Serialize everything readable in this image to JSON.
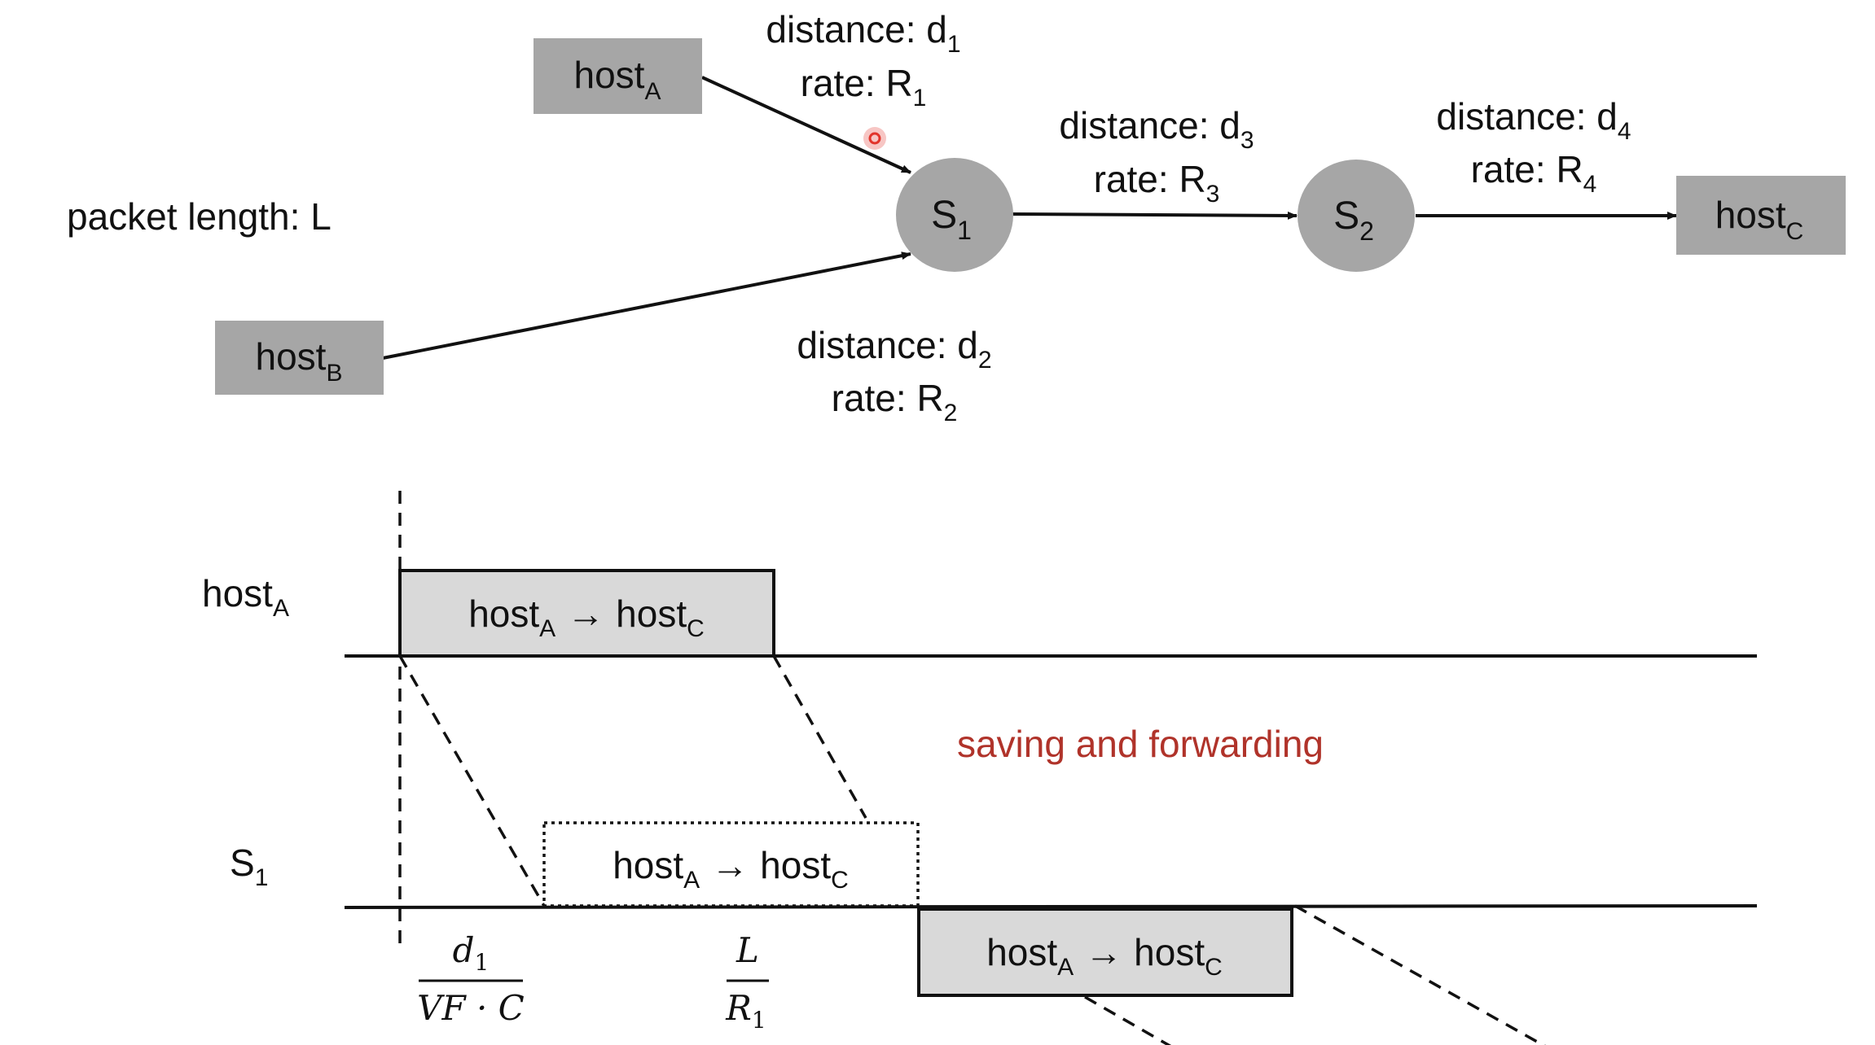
{
  "colors": {
    "node_fill": "#a6a6a6",
    "box_fill": "#d9d9d9",
    "line": "#111111",
    "annotation": "#b0332a",
    "cursor": "#e2342b"
  },
  "topology": {
    "host_a": {
      "base": "host",
      "sub": "A"
    },
    "host_b": {
      "base": "host",
      "sub": "B"
    },
    "host_c": {
      "base": "host",
      "sub": "C"
    },
    "switch_1": {
      "base": "S",
      "sub": "1"
    },
    "switch_2": {
      "base": "S",
      "sub": "2"
    },
    "packet_length": "packet length: L",
    "link_1": {
      "distance": "distance: d",
      "distance_sub": "1",
      "rate": "rate: R",
      "rate_sub": "1"
    },
    "link_2": {
      "distance": "distance: d",
      "distance_sub": "2",
      "rate": "rate: R",
      "rate_sub": "2"
    },
    "link_3": {
      "distance": "distance: d",
      "distance_sub": "3",
      "rate": "rate: R",
      "rate_sub": "3"
    },
    "link_4": {
      "distance": "distance: d",
      "distance_sub": "4",
      "rate": "rate: R",
      "rate_sub": "4"
    }
  },
  "timing": {
    "row_host_a": {
      "base": "host",
      "sub": "A"
    },
    "row_s1": {
      "base": "S",
      "sub": "1"
    },
    "packet": {
      "src": "host",
      "src_sub": "A",
      "arrow": "→",
      "dst": "host",
      "dst_sub": "C"
    },
    "annotation": "saving and forwarding",
    "prop_delay": {
      "num": "d",
      "num_sub": "1",
      "den": "VF · C"
    },
    "trans_delay": {
      "num": "L",
      "den": "R",
      "den_sub": "1"
    }
  }
}
